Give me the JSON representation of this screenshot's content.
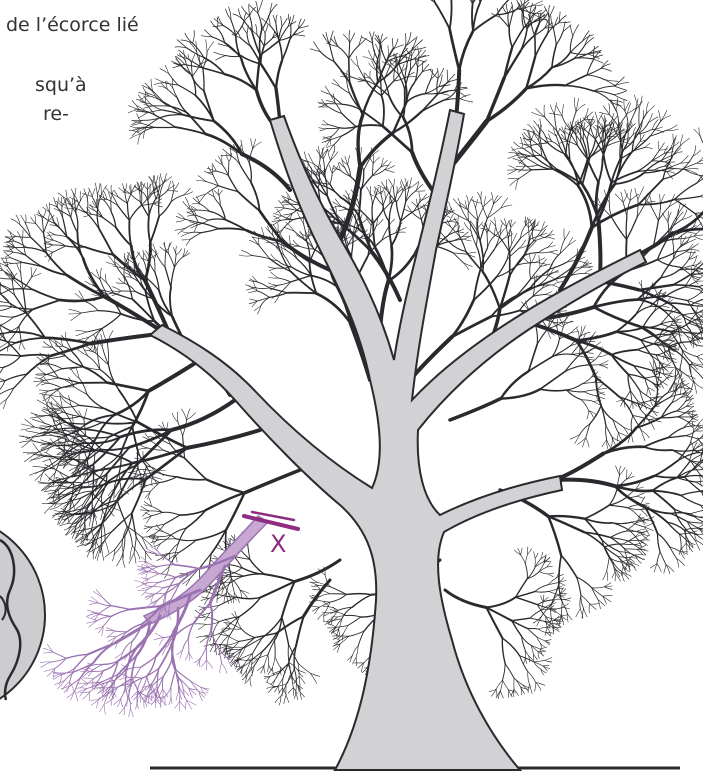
{
  "text": {
    "line1": "de l’écorce lié",
    "line2": "squ’à",
    "line3": "re-"
  },
  "diagram": {
    "cut_marker": "X"
  },
  "colors": {
    "trunk_fill": "#d2d2d4",
    "outline": "#2a2a2e",
    "branch_highlight": "#c6a8d3",
    "branch_highlight_outline": "#9b73b0",
    "cut_mark": "#8e2c82",
    "inset_fill": "#cdcdcf",
    "text": "#333333"
  },
  "icons": {
    "tree": "bare-deciduous-tree-illustration",
    "inset": "magnified-detail-circle"
  }
}
